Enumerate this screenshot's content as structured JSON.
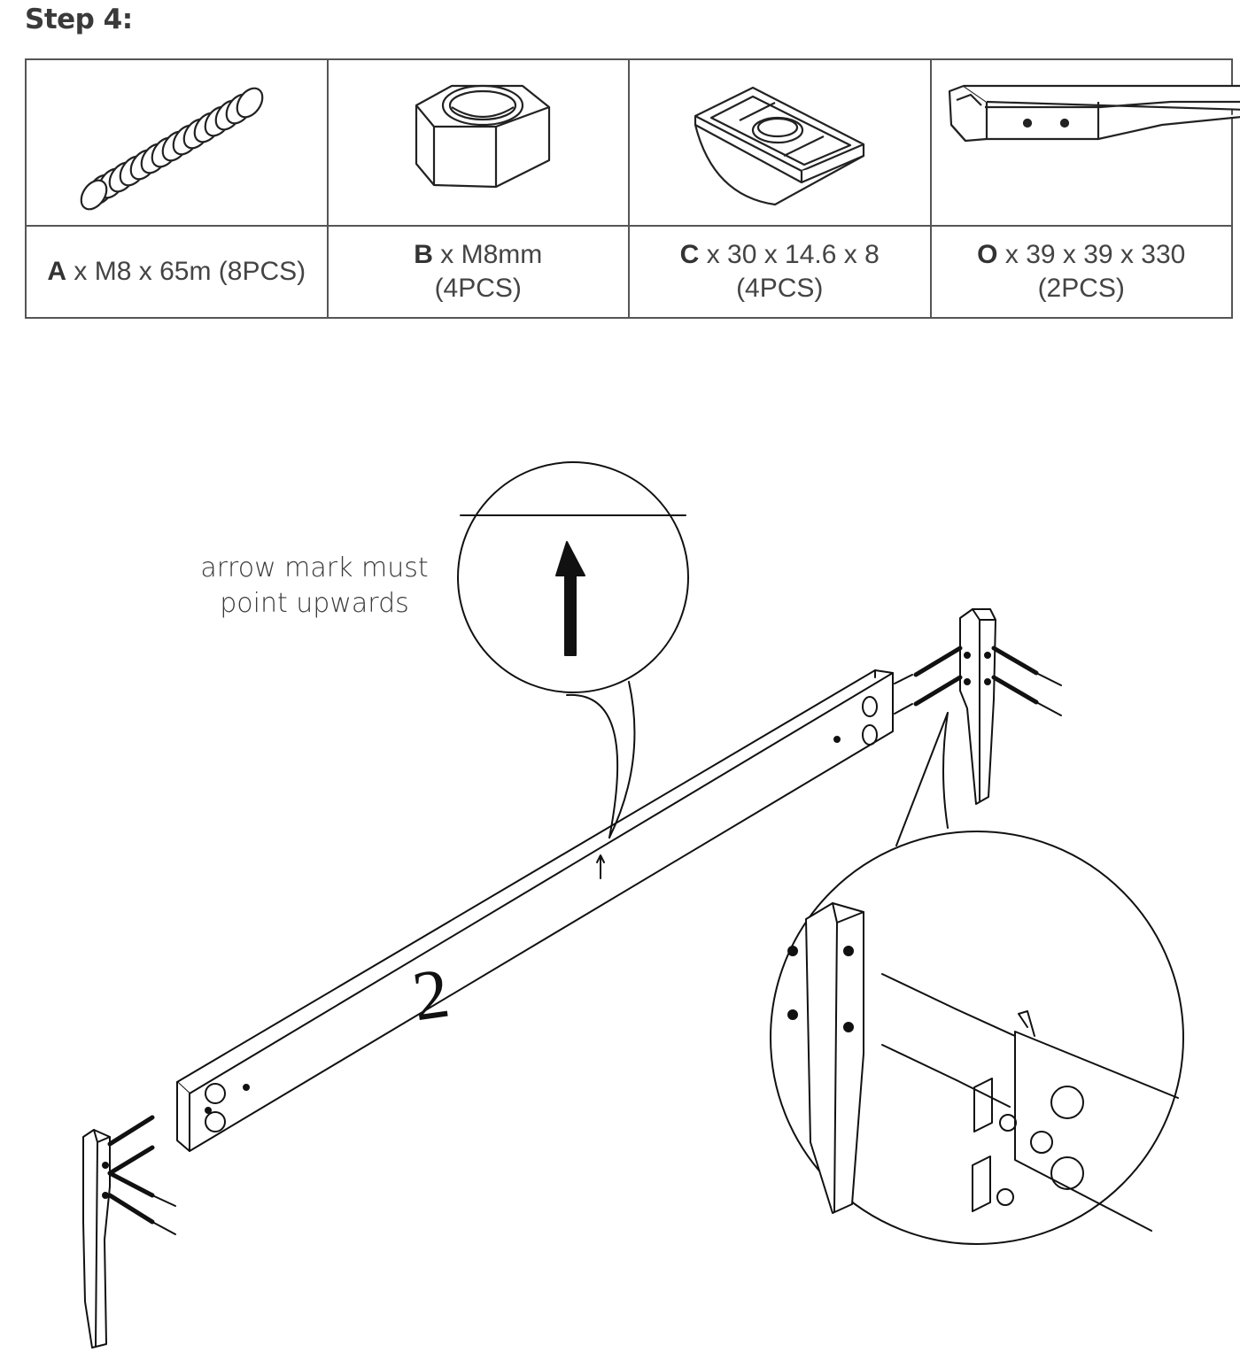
{
  "step": {
    "title": "Step 4:"
  },
  "parts": [
    {
      "letter": "A",
      "spec": "x M8 x 65m (8PCS)",
      "icon": "threaded-bolt-icon"
    },
    {
      "letter": "B",
      "spec_line1": "x M8mm",
      "spec_line2": "(4PCS)",
      "icon": "hex-nut-icon"
    },
    {
      "letter": "C",
      "spec_line1": "x 30 x 14.6 x 8",
      "spec_line2": "(4PCS)",
      "icon": "bracket-block-icon"
    },
    {
      "letter": "O",
      "spec": "x 39 x 39 x 330 (2PCS)",
      "icon": "leg-post-icon"
    }
  ],
  "diagram": {
    "note": "arrow mark must point upwards",
    "rail_number": "2"
  }
}
